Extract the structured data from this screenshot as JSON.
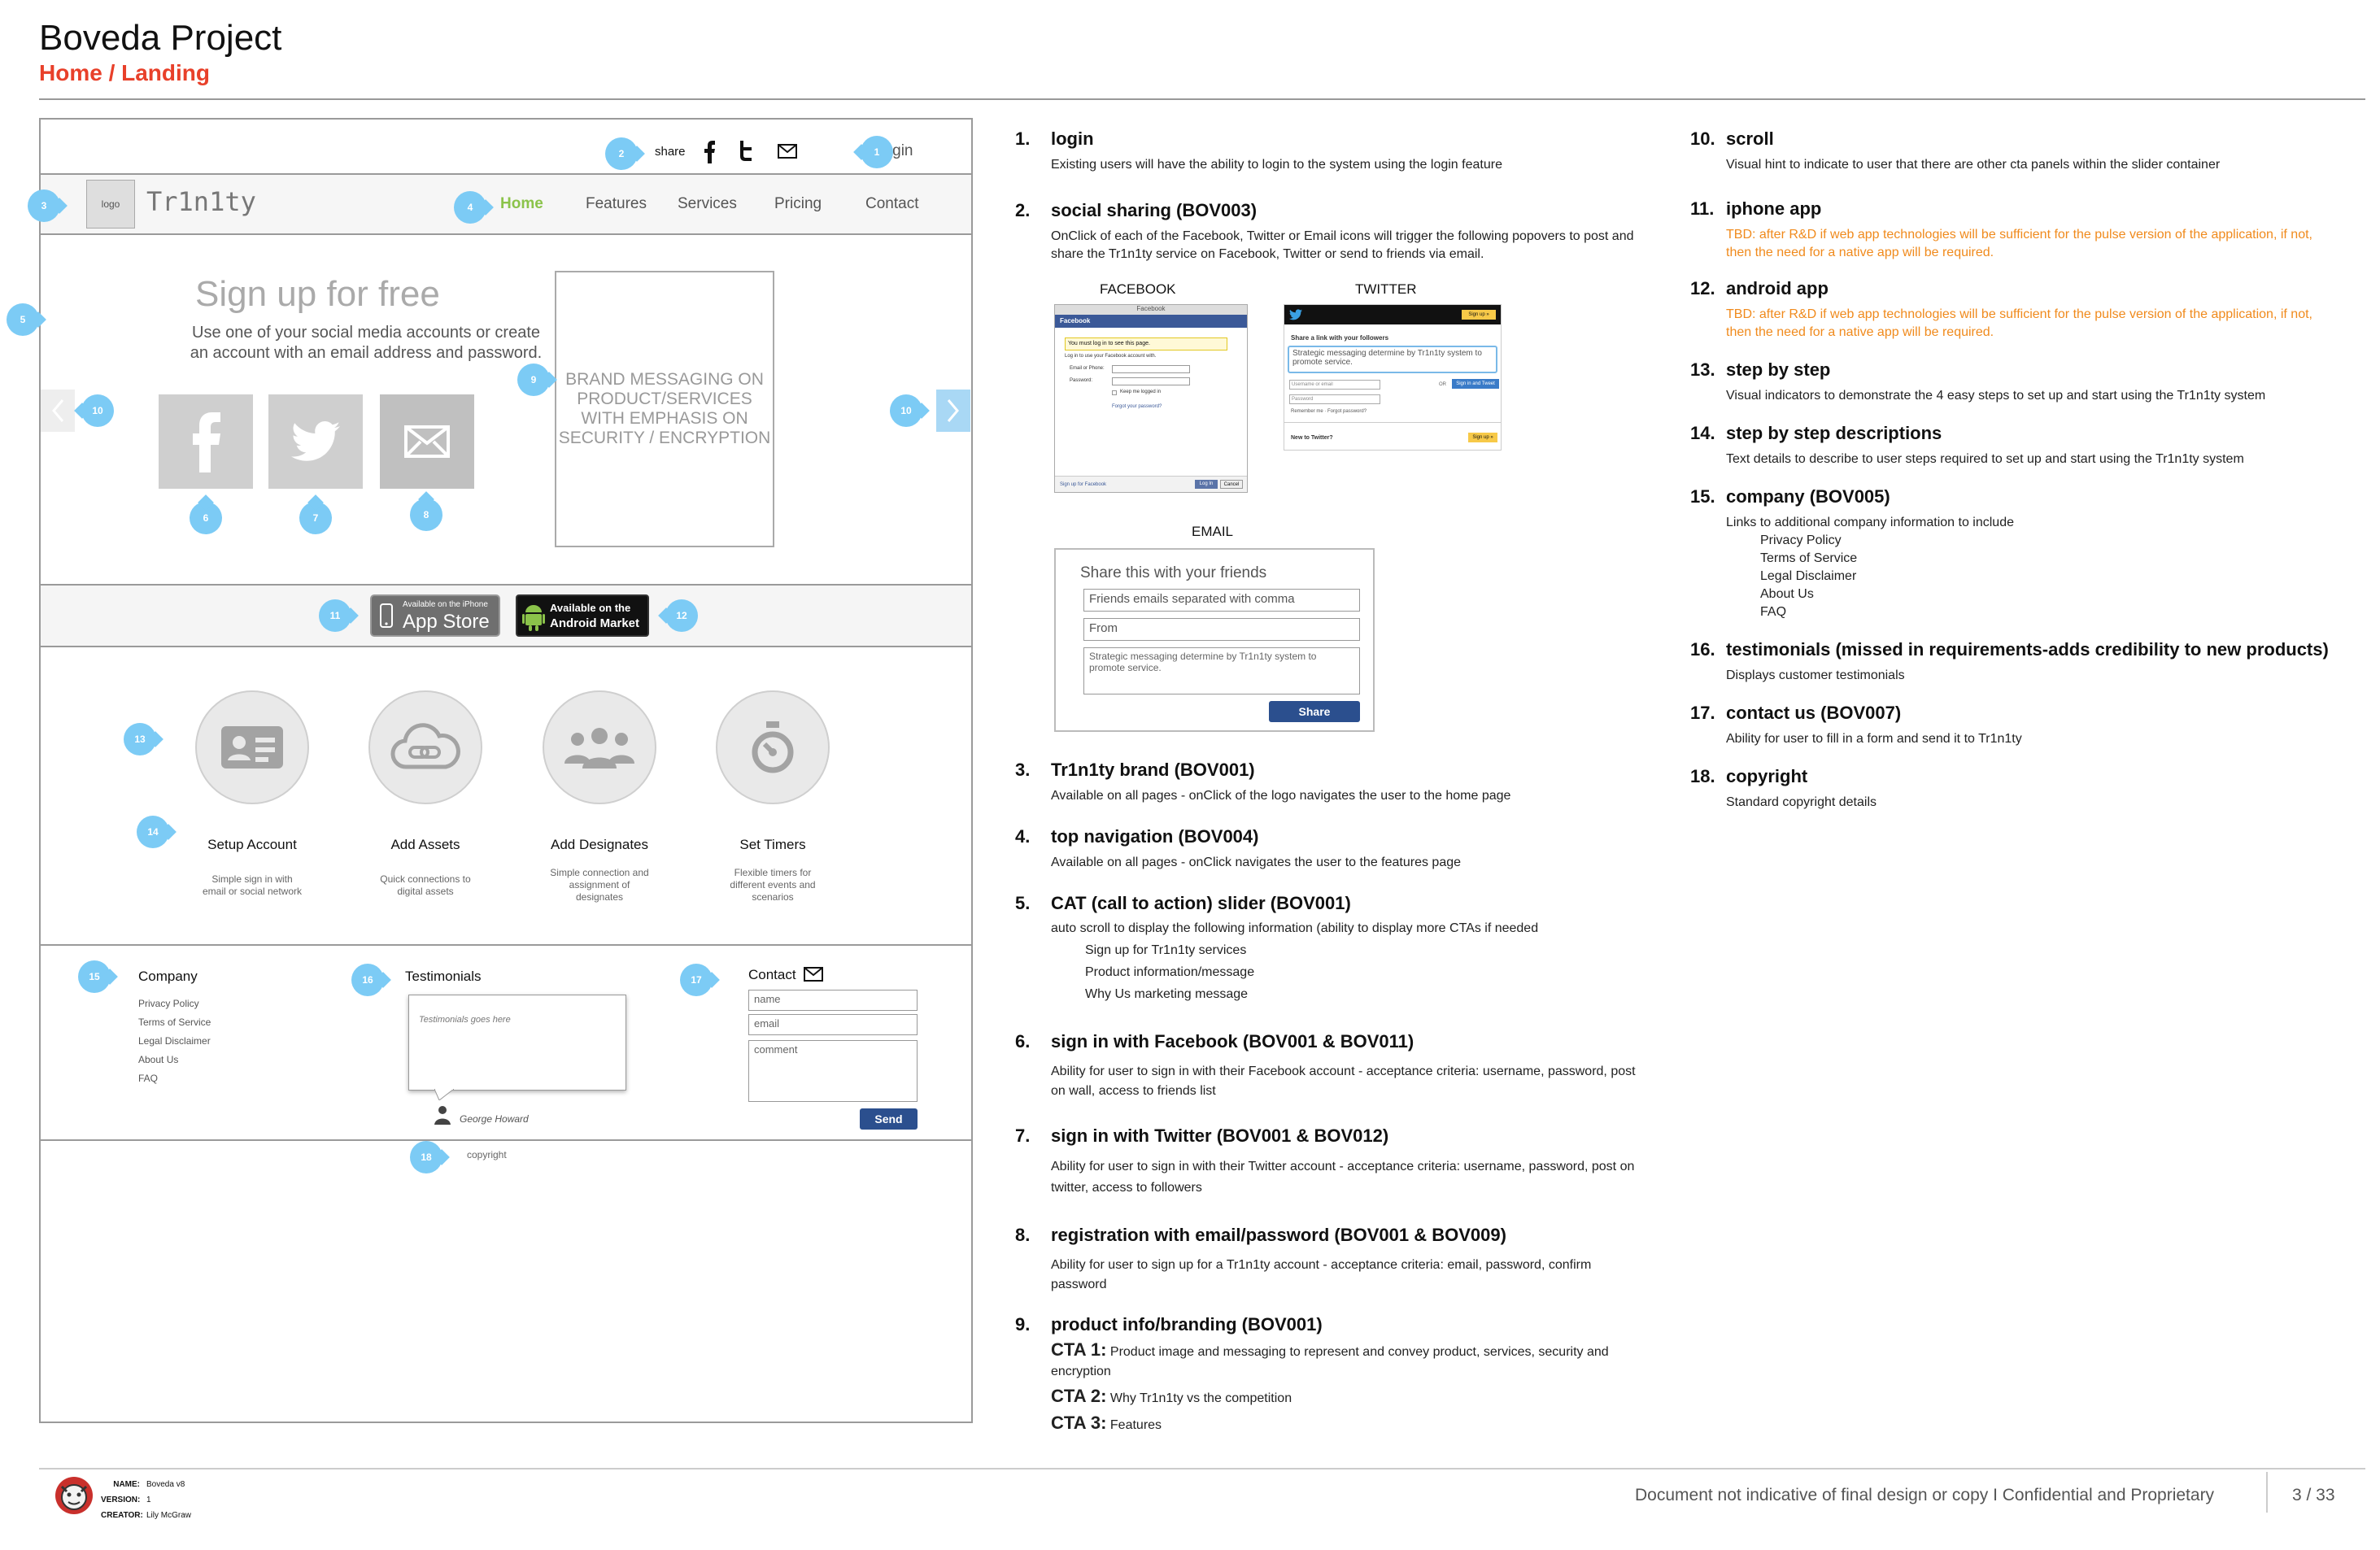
{
  "header": {
    "title": "Boveda Project",
    "subtitle": "Home / Landing"
  },
  "wireframe": {
    "share_label": "share",
    "login": "Login",
    "logo": "logo",
    "brand": "Tr1n1ty",
    "nav": [
      "Home",
      "Features",
      "Services",
      "Pricing",
      "Contact"
    ],
    "signup_title": "Sign up for free",
    "signup_text": [
      "Use one of your social media accounts or create",
      "an account with an email address and password."
    ],
    "brand_box": [
      "BRAND MESSAGING ON",
      "PRODUCT/SERVICES",
      "WITH EMPHASIS ON",
      "SECURITY / ENCRYPTION"
    ],
    "app_store": {
      "small": "Available on the iPhone",
      "big": "App Store"
    },
    "android": {
      "small": "Available on the",
      "big": "Android Market"
    },
    "features": [
      {
        "title": "Setup Account",
        "desc": [
          "Simple sign in with",
          "email or social network"
        ]
      },
      {
        "title": "Add Assets",
        "desc": [
          "Quick connections to",
          "digital assets"
        ]
      },
      {
        "title": "Add Designates",
        "desc": [
          "Simple connection and",
          "assignment of",
          "designates"
        ]
      },
      {
        "title": "Set Timers",
        "desc": [
          "Flexible timers for",
          "different events and",
          "scenarios"
        ]
      }
    ],
    "footer": {
      "company_title": "Company",
      "company_links": [
        "Privacy Policy",
        "Terms of Service",
        "Legal Disclaimer",
        "About Us",
        "FAQ"
      ],
      "testimonials_title": "Testimonials",
      "testimonial_placeholder": "Testimonials goes here",
      "testimonial_author": "George Howard",
      "contact_title": "Contact",
      "contact_name": "name",
      "contact_email": "email",
      "contact_comment": "comment",
      "send": "Send",
      "copyright": "copyright"
    },
    "callouts": [
      "1",
      "2",
      "3",
      "4",
      "5",
      "6",
      "7",
      "8",
      "9",
      "10",
      "11",
      "12",
      "13",
      "14",
      "15",
      "16",
      "17",
      "18"
    ]
  },
  "popovers": {
    "facebook_label": "FACEBOOK",
    "facebook": {
      "window_title": "Facebook",
      "bar": "Facebook",
      "notice": "You must log in to see this page.",
      "intro": "Log in to use your Facebook account with.",
      "email_label": "Email or Phone:",
      "password_label": "Password:",
      "keep": "Keep me logged in",
      "forgot": "Forgot your password?",
      "signup": "Sign up for Facebook",
      "login": "Log In",
      "cancel": "Cancel"
    },
    "twitter_label": "TWITTER",
    "twitter": {
      "signup": "Sign up »",
      "title": "Share a link with your followers",
      "message": "Strategic messaging determine by Tr1n1ty system to promote service.",
      "username": "Username or email",
      "password": "Password",
      "or": "OR",
      "signin": "Sign in and Tweet",
      "remember": "Remember me · Forgot password?",
      "new": "New to Twitter?",
      "signup2": "Sign up »"
    },
    "email_label": "EMAIL",
    "email": {
      "title": "Share this with your friends",
      "friends": "Friends emails separated with comma",
      "from": "From",
      "message": "Strategic messaging determine by Tr1n1ty system to promote service.",
      "share": "Share"
    }
  },
  "notes_left": [
    {
      "num": "1.",
      "title": "login",
      "body": [
        "Existing users will have the ability to login to the system using the login feature"
      ]
    },
    {
      "num": "2.",
      "title": "social sharing (BOV003)",
      "body": [
        "OnClick of each of the Facebook, Twitter or Email icons will trigger the following popovers to post and",
        "share the Tr1n1ty service on Facebook, Twitter or send to friends via email."
      ]
    },
    {
      "num": "3.",
      "title": "Tr1n1ty brand (BOV001)",
      "body": [
        "Available on all pages - onClick of the logo navigates the user to the home page"
      ]
    },
    {
      "num": "4.",
      "title": "top navigation (BOV004)",
      "body": [
        "Available on all pages - onClick navigates the user to the features page"
      ]
    },
    {
      "num": "5.",
      "title": "CAT (call to action) slider (BOV001)",
      "body": [
        "auto scroll to display the following information (ability to display more CTAs if needed"
      ],
      "sub": [
        "Sign up for Tr1n1ty services",
        "Product information/message",
        "Why Us marketing message"
      ]
    },
    {
      "num": "6.",
      "title": "sign in with Facebook (BOV001 & BOV011)",
      "body": [
        "Ability for user to sign in with their Facebook account - acceptance criteria:  username, password, post",
        "on wall, access to friends list"
      ]
    },
    {
      "num": "7.",
      "title": "sign in with Twitter (BOV001 & BOV012)",
      "body": [
        "Ability for user to sign in with their Twitter account - acceptance criteria:  username, password, post on",
        "twitter, access to followers"
      ]
    },
    {
      "num": "8.",
      "title": "registration with email/password (BOV001 & BOV009)",
      "body": [
        "Ability for user to sign up for a Tr1n1ty account - acceptance criteria:  email, password, confirm",
        "password"
      ]
    },
    {
      "num": "9.",
      "title": "product info/branding (BOV001)",
      "cta": [
        {
          "label": "CTA 1:",
          "text": " Product image and messaging to represent and convey product, services, security and",
          "cont": "encryption"
        },
        {
          "label": "CTA 2:",
          "text": " Why Tr1n1ty vs the competition"
        },
        {
          "label": "CTA 3:",
          "text": " Features"
        }
      ]
    }
  ],
  "notes_right": [
    {
      "num": "10.",
      "title": "scroll",
      "body": [
        "Visual hint to indicate to user that there are other cta panels within the slider container"
      ]
    },
    {
      "num": "11.",
      "title": "iphone app",
      "body": [
        "TBD: after R&D if web app technologies will be sufficient for the pulse version of the application, if not,",
        "then the need for a native app will be required."
      ],
      "orange": true
    },
    {
      "num": "12.",
      "title": "android app",
      "body": [
        "TBD: after R&D if web app technologies will be sufficient for the pulse version of the application, if not,",
        "then the need for a native app will be required."
      ],
      "orange": true
    },
    {
      "num": "13.",
      "title": "step by step",
      "body": [
        "Visual indicators to demonstrate the 4 easy steps to set up and start using the Tr1n1ty system"
      ]
    },
    {
      "num": "14.",
      "title": "step by step descriptions",
      "body": [
        "Text details to describe to user steps required to set up and start using the Tr1n1ty system"
      ]
    },
    {
      "num": "15.",
      "title": "company (BOV005)",
      "body": [
        "Links to additional company information to include"
      ],
      "sub": [
        "Privacy Policy",
        "Terms of Service",
        "Legal Disclaimer",
        "About Us",
        "FAQ"
      ]
    },
    {
      "num": "16.",
      "title": "testimonials (missed in requirements-adds credibility to new products)",
      "body": [
        "Displays customer testimonials"
      ]
    },
    {
      "num": "17.",
      "title": "contact us (BOV007)",
      "body": [
        "Ability for user to fill in a form and send it to Tr1n1ty"
      ]
    },
    {
      "num": "18.",
      "title": "copyright",
      "body": [
        "Standard copyright details"
      ]
    }
  ],
  "doc_footer": {
    "name_label": "NAME:",
    "name": "Boveda v8",
    "version_label": "VERSION:",
    "version": "1",
    "creator_label": "CREATOR:",
    "creator": "Lily McGraw",
    "disclaimer": "Document not indicative of final design or copy  I  Confidential and Proprietary",
    "page": "3 / 33"
  },
  "colors": {
    "accent": "#e8402a",
    "callout": "#7ccbf5",
    "nav_active": "#8bc34a",
    "tbd": "#f08a1c",
    "send": "#2b4f8e"
  }
}
